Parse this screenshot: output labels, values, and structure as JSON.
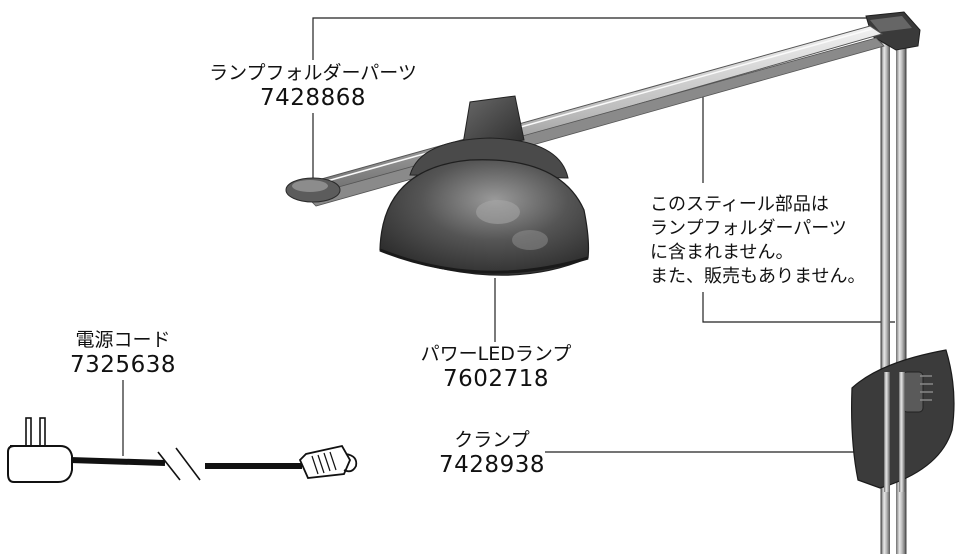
{
  "parts": {
    "lamp_holder": {
      "name": "ランプフォルダーパーツ",
      "part_no": "7428868"
    },
    "power_cord": {
      "name": "電源コード",
      "part_no": "7325638"
    },
    "led_lamp": {
      "name": "パワーLEDランプ",
      "part_no": "7602718"
    },
    "clamp": {
      "name": "クランプ",
      "part_no": "7428938"
    }
  },
  "note": {
    "lines": [
      "このスティール部品は",
      "ランプフォルダーパーツ",
      "に含まれません。",
      "また、販売もありません。"
    ]
  }
}
